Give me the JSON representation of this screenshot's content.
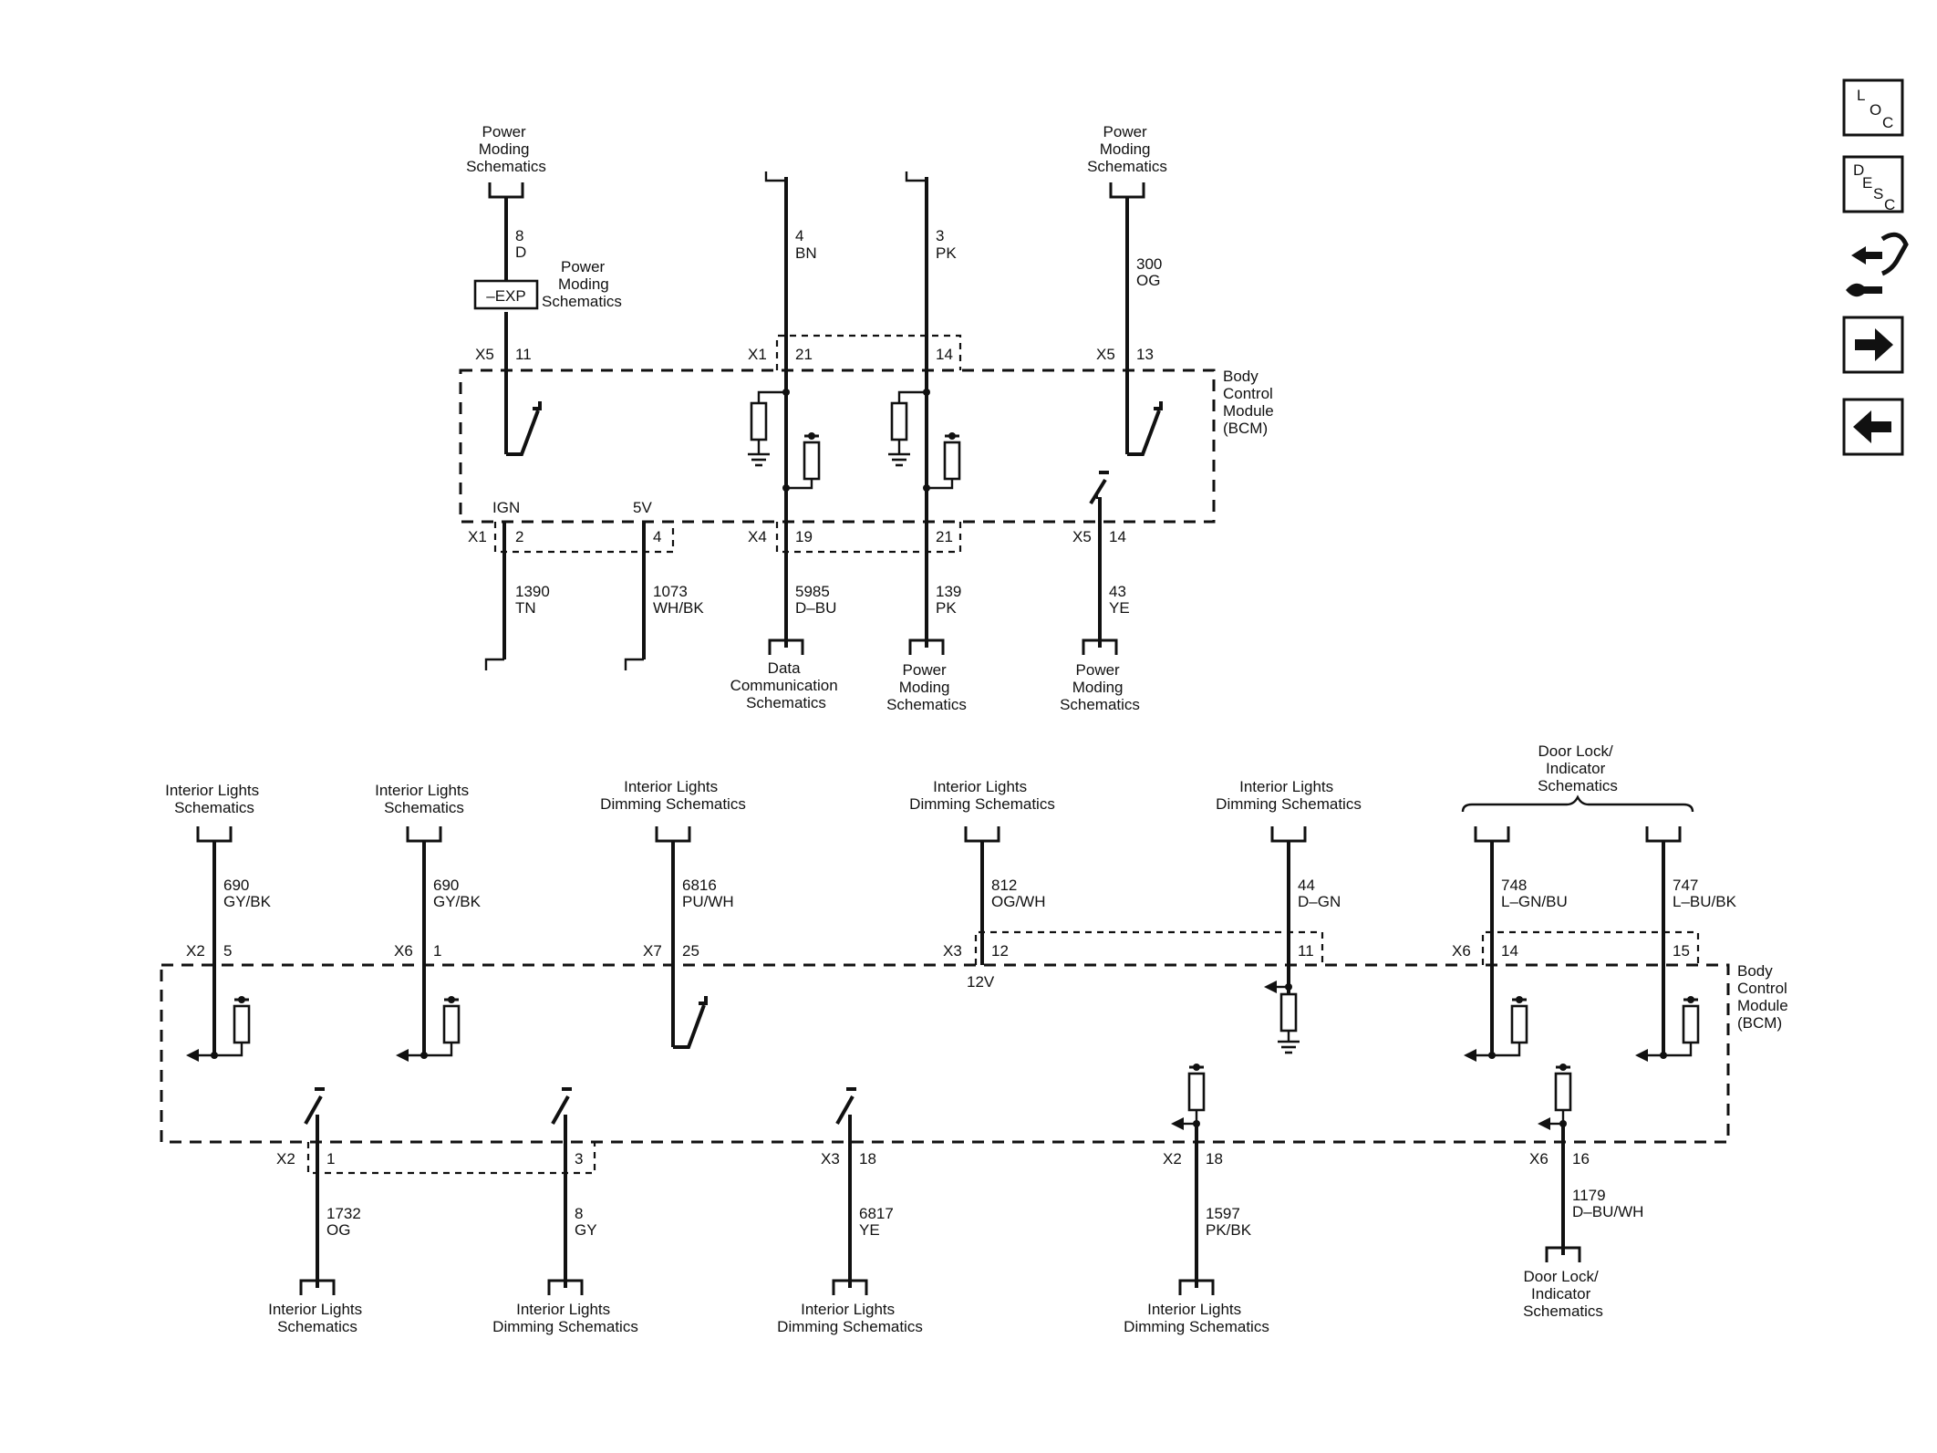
{
  "top": {
    "pm_left": [
      "Power",
      "Moding",
      "Schematics"
    ],
    "pm_exp": [
      "Power",
      "Moding",
      "Schematics"
    ],
    "pm_right": [
      "Power",
      "Moding",
      "Schematics"
    ],
    "exp_box": "–EXP",
    "w_8": "8",
    "w_8c": "D",
    "w_4": "4",
    "w_4c": "BN",
    "w_3": "3",
    "w_3c": "PK",
    "w_300": "300",
    "w_300c": "OG",
    "x5": "X5",
    "p11": "11",
    "x1": "X1",
    "p21": "21",
    "p14": "14",
    "x5b": "X5",
    "p13": "13",
    "bcm": [
      "Body",
      "Control",
      "Module",
      "(BCM)"
    ],
    "ign": "IGN",
    "v5": "5V",
    "x1b": "X1",
    "p2": "2",
    "p4": "4",
    "x4": "X4",
    "p19": "19",
    "p21b": "21",
    "x5c": "X5",
    "p14b": "14",
    "w_1390": "1390",
    "w_1390c": "TN",
    "w_1073": "1073",
    "w_1073c": "WH/BK",
    "w_5985": "5985",
    "w_5985c": "D–BU",
    "w_139": "139",
    "w_139c": "PK",
    "w_43": "43",
    "w_43c": "YE",
    "data_comm": [
      "Data",
      "Communication",
      "Schematics"
    ],
    "pm_b1": [
      "Power",
      "Moding",
      "Schematics"
    ],
    "pm_b2": [
      "Power",
      "Moding",
      "Schematics"
    ]
  },
  "bottom": {
    "il1": [
      "Interior Lights",
      "Schematics"
    ],
    "il2": [
      "Interior Lights",
      "Schematics"
    ],
    "ild1": [
      "Interior Lights",
      "Dimming Schematics"
    ],
    "ild2": [
      "Interior Lights",
      "Dimming Schematics"
    ],
    "ild3": [
      "Interior Lights",
      "Dimming Schematics"
    ],
    "door": [
      "Door Lock/",
      "Indicator",
      "Schematics"
    ],
    "w_690a": "690",
    "w_690ac": "GY/BK",
    "w_690b": "690",
    "w_690bc": "GY/BK",
    "w_6816": "6816",
    "w_6816c": "PU/WH",
    "w_812": "812",
    "w_812c": "OG/WH",
    "w_44": "44",
    "w_44c": "D–GN",
    "w_748": "748",
    "w_748c": "L–GN/BU",
    "w_747": "747",
    "w_747c": "L–BU/BK",
    "c_x2": "X2",
    "p5": "5",
    "c_x6": "X6",
    "p1": "1",
    "c_x7": "X7",
    "p25": "25",
    "c_x3": "X3",
    "p12": "12",
    "v12": "12V",
    "p11": "11",
    "c_x6b": "X6",
    "p14": "14",
    "p15": "15",
    "bcm": [
      "Body",
      "Control",
      "Module",
      "(BCM)"
    ],
    "c_x2b": "X2",
    "p1b": "1",
    "p3": "3",
    "c_x3b": "X3",
    "p18": "18",
    "c_x2c": "X2",
    "p18b": "18",
    "c_x6c": "X6",
    "p16": "16",
    "w_1732": "1732",
    "w_1732c": "OG",
    "w_8": "8",
    "w_8c": "GY",
    "w_6817": "6817",
    "w_6817c": "YE",
    "w_1597": "1597",
    "w_1597c": "PK/BK",
    "w_1179": "1179",
    "w_1179c": "D–BU/WH",
    "bl1": [
      "Interior Lights",
      "Schematics"
    ],
    "bl2": [
      "Interior Lights",
      "Dimming Schematics"
    ],
    "bl3": [
      "Interior Lights",
      "Dimming Schematics"
    ],
    "bl4": [
      "Interior Lights",
      "Dimming Schematics"
    ],
    "bl5": [
      "Door Lock/",
      "Indicator",
      "Schematics"
    ]
  },
  "nav": {
    "loc": [
      "L",
      "O",
      "C"
    ],
    "desc": [
      "D",
      "E",
      "S",
      "C"
    ],
    "icons": [
      "connector-icon",
      "next-arrow-icon",
      "prev-arrow-icon"
    ]
  }
}
